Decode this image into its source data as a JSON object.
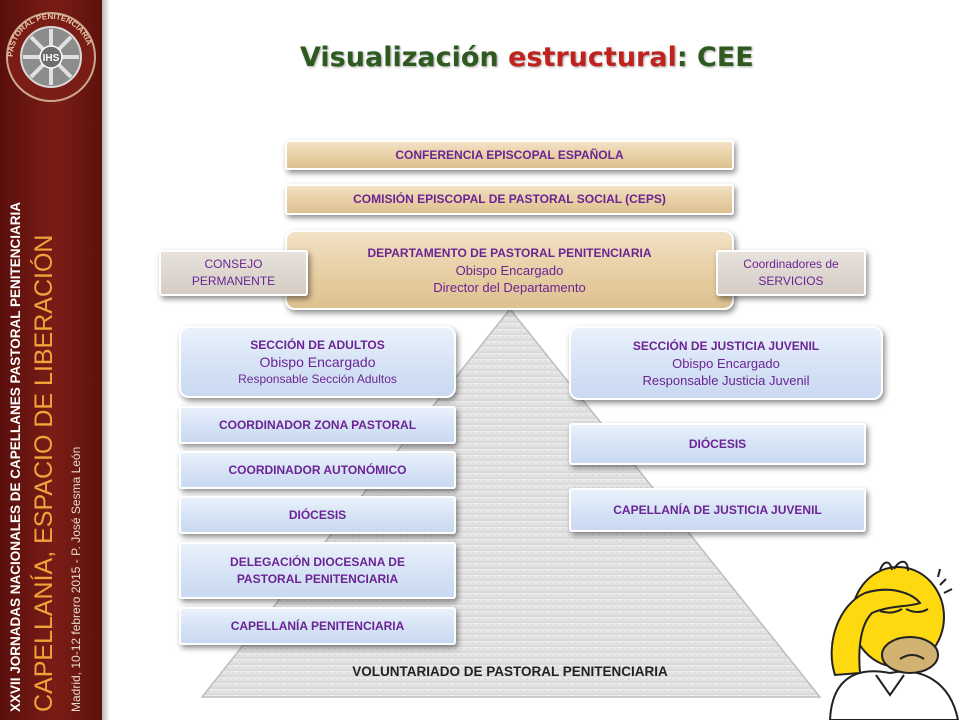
{
  "sidebar": {
    "line1": "XXVII JORNADAS NACIONALES DE CAPELLANES PASTORAL PENITENCIARIA",
    "line2": "CAPELLANÍA, ESPACIO DE LIBERACIÓN",
    "line3": "Madrid, 10-12  febrero 2015     -     P. José  Sesma León",
    "logo_center": "IHS",
    "logo_ring": "PASTORAL PENITENCIARIA"
  },
  "title": {
    "part1": "Visualización",
    "part2": "estructural",
    "part3": ":  CEE"
  },
  "top_boxes": {
    "conferencia": "CONFERENCIA EPISCOPAL ESPAÑOLA",
    "comision": "COMISIÓN EPISCOPAL DE PASTORAL SOCIAL (CEPS)",
    "departamento": {
      "title": "DEPARTAMENTO  DE  PASTORAL  PENITENCIARIA",
      "line2": "Obispo Encargado",
      "line3": "Director del Departamento"
    },
    "consejo": {
      "line1": "CONSEJO",
      "line2": "PERMANENTE"
    },
    "coordinadores": {
      "line1": "Coordinadores de",
      "line2": "SERVICIOS"
    }
  },
  "left_column": {
    "seccion_adultos": {
      "title": "SECCIÓN DE ADULTOS",
      "line2": "Obispo Encargado",
      "line3": "Responsable Sección  Adultos"
    },
    "coord_zona": "COORDINADOR  ZONA PASTORAL",
    "coord_autonomico": "COORDINADOR  AUTONÓMICO",
    "diocesis": "DIÓCESIS",
    "delegacion": {
      "line1": "DELEGACIÓN  DIOCESANA  DE",
      "line2": "PASTORAL PENITENCIARIA"
    },
    "capellania": "CAPELLANÍA  PENITENCIARIA"
  },
  "right_column": {
    "seccion_juvenil": {
      "title": "SECCIÓN DE JUSTICIA JUVENIL",
      "line2": "Obispo Encargado",
      "line3": "Responsable Justicia Juvenil"
    },
    "diocesis": "DIÓCESIS",
    "capellania": "CAPELLANÍA   DE JUSTICIA JUVENIL"
  },
  "pyramid_base": "VOLUNTARIADO DE PASTORAL PENITENCIARIA",
  "colors": {
    "sidebar": "#6a1611",
    "title_green": "#2e5a1f",
    "title_red": "#c0231d",
    "box_text": "#6b2494",
    "accent_orange": "#f3a33a"
  }
}
